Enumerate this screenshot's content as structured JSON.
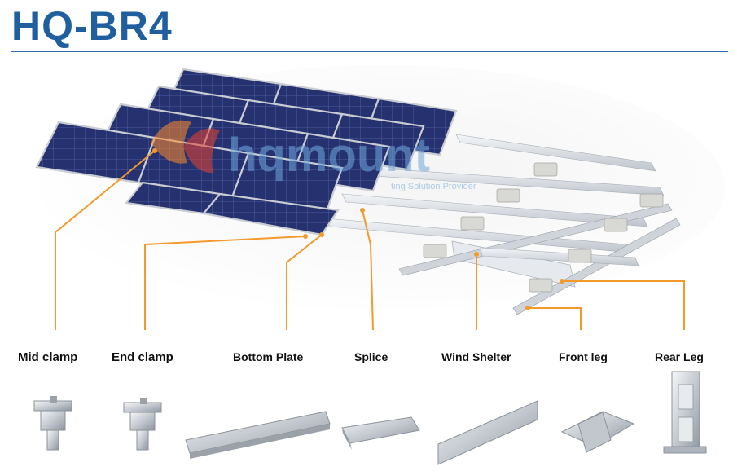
{
  "title": "HQ-BR4",
  "watermark": {
    "brand": "hqmount",
    "tagline": "ting Solution Provider"
  },
  "colors": {
    "title_blue": "#1f5f9e",
    "leader_orange": "#f39a2b",
    "panel_blue": "#26316f",
    "rail_silver": "#d8dce2",
    "ballast_grey": "#d6d6d2"
  },
  "components": [
    {
      "id": "mid-clamp",
      "label": "Mid clamp"
    },
    {
      "id": "end-clamp",
      "label": "End clamp"
    },
    {
      "id": "bottom-plate",
      "label": "Bottom Plate"
    },
    {
      "id": "splice",
      "label": "Splice"
    },
    {
      "id": "wind-shelter",
      "label": "Wind Shelter"
    },
    {
      "id": "front-leg",
      "label": "Front leg"
    },
    {
      "id": "rear-leg",
      "label": "Rear Leg"
    }
  ]
}
